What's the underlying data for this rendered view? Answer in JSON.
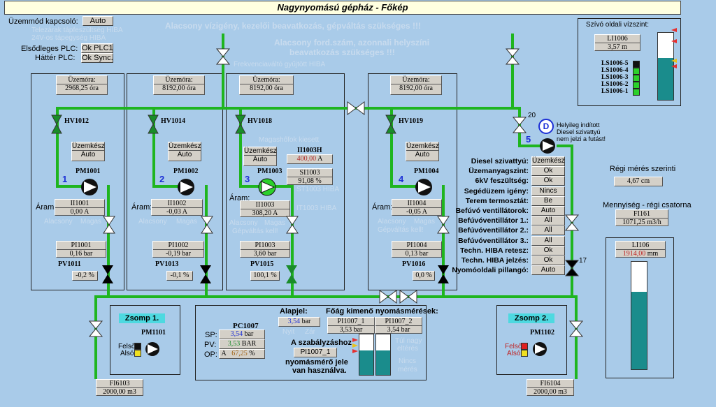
{
  "title": "Nagynyomású gépház  -  Főkép",
  "left_info": {
    "mode_label": "Üzemmód kapcsoló:",
    "mode_value": "Auto",
    "ghost_line1": "Telezárak tápfeszültség HIBA",
    "ghost_line2": "24V-os tápegység HIBA",
    "plc1_label": "Elsődleges PLC:",
    "plc1_value": "Ok  PLC1",
    "plc2_label": "Háttér PLC:",
    "plc2_value": "Ok  Sync."
  },
  "alarms": {
    "a1": "Alacsony vízigény, kezelői beavatkozás, gépváltás szükséges !!!",
    "a2": "Alacsony ford.szám, azonnali helyszíni",
    "a3": "beavatkozás szükséges !!!",
    "a4": "Frekvenciaváltó gyűjtött HIBA"
  },
  "pumps": [
    {
      "runtime_label": "Üzemóra:",
      "runtime": "2968,25",
      "unit_h": "óra",
      "valve": "HV1012",
      "ready": "Üzemkész",
      "mode": "Auto",
      "num": "1",
      "name": "PM1001",
      "curr_label": "Áram:",
      "curr_tag": "II1001",
      "curr": "0,00",
      "curr_unit": "A",
      "low": "Alacsony",
      "high": "Magas",
      "p_tag": "PI1001",
      "p": "0,16",
      "p_unit": "bar",
      "pv": "PV1011",
      "pv_val": "-0,2",
      "pv_unit": "%"
    },
    {
      "runtime_label": "Üzemóra:",
      "runtime": "8192,00",
      "unit_h": "óra",
      "valve": "HV1014",
      "ready": "Üzemkész",
      "mode": "Auto",
      "num": "2",
      "name": "PM1002",
      "curr_label": "Áram:",
      "curr_tag": "II1002",
      "curr": "-0,03",
      "curr_unit": "A",
      "low": "Alacsony",
      "high": "Magas",
      "p_tag": "PI1002",
      "p": "-0,19",
      "p_unit": "bar",
      "pv": "PV1013",
      "pv_val": "-0,1",
      "pv_unit": "%"
    },
    {
      "runtime_label": "Üzemóra:",
      "runtime": "8192,00",
      "unit_h": "óra",
      "valve": "HV1018",
      "ready": "Üzemkész",
      "mode": "Auto",
      "num": "3",
      "name": "PM1003",
      "curr_label": "Áram:",
      "curr_tag": "II1003",
      "curr": "308,20",
      "curr_unit": "A",
      "low": "Alacsony",
      "high": "Magas",
      "p_tag": "PI1003",
      "p": "3,60",
      "p_unit": "bar",
      "pv": "PV1015",
      "pv_val": "100,1",
      "pv_unit": "%"
    },
    {
      "runtime_label": "Üzemóra:",
      "runtime": "8192,00",
      "unit_h": "óra",
      "valve": "HV1019",
      "ready": "Üzemkész",
      "mode": "Auto",
      "num": "4",
      "name": "PM1004",
      "curr_label": "Áram:",
      "curr_tag": "II1004",
      "curr": "-0,05",
      "curr_unit": "A",
      "low": "Alacsony",
      "high": "Magas",
      "p_tag": "PI1004",
      "p": "0,13",
      "p_unit": "bar",
      "pv": "PV1016",
      "pv_val": "0,0",
      "pv_unit": "%"
    }
  ],
  "pump3_extra": {
    "ghost_overheat": "Magashőfok kiesett",
    "h_tag": "II1003H",
    "h_val": "400,00",
    "h_unit": "A",
    "s_tag": "SI1003",
    "s_val": "91,08",
    "s_unit": "%",
    "ghost_st": "ST1003 HIBA",
    "ghost_it": "IT1003 HIBA",
    "ghost_swap": "Gépváltás kell!"
  },
  "pump4_ghost_swap": "Gépváltás kell!",
  "diesel": {
    "num": "5",
    "d_label": "D",
    "valve_num": "20",
    "valve_num2": "17",
    "note1": "Helyileg indított",
    "note2": "Diesel szivattyú",
    "note3": "nem jelzi a futást!",
    "rows": [
      {
        "label": "Diesel szivattyú:",
        "value": "Üzemkész"
      },
      {
        "label": "Üzemanyagszint:",
        "value": "Ok"
      },
      {
        "label": "6kV feszültség:",
        "value": "Ok"
      },
      {
        "label": "Segédüzem igény:",
        "value": "Nincs"
      },
      {
        "label": "Terem termosztát:",
        "value": "Be"
      },
      {
        "label": "Befúvó ventillátorok:",
        "value": "Auto"
      },
      {
        "label": "Befúvóventillátor 1.:",
        "value": "All"
      },
      {
        "label": "Befúvóventillátor 2.:",
        "value": "All"
      },
      {
        "label": "Befúvóventillátor 3.:",
        "value": "All"
      },
      {
        "label": "Techn. HIBA retesz:",
        "value": "Ok"
      },
      {
        "label": "Techn. HIBA jelzés:",
        "value": "Ok"
      },
      {
        "label": "Nyomóoldali pillangó:",
        "value": "Auto"
      }
    ]
  },
  "suction": {
    "title": "Szívó oldali vízszint:",
    "tag": "LI1006",
    "value": "3,57",
    "unit": "m",
    "ls": [
      "LS1006-5",
      "LS1006-4",
      "LS1006-3",
      "LS1006-2",
      "LS1006-1"
    ],
    "level_pct": 62
  },
  "old_meas": {
    "label": "Régi mérés szerinti",
    "value": "4,67",
    "unit": "cm",
    "q_label": "Mennyiség - régi csatorna",
    "q_tag": "FI161",
    "q_value": "1071,25",
    "q_unit": "m3/h"
  },
  "li106": {
    "tag": "LI106",
    "value": "1914,00",
    "unit": "mm",
    "level_pct": 72
  },
  "sump1": {
    "title": "Zsomp 1.",
    "pump": "PM1101",
    "upper": "Felső",
    "lower": "Alsó",
    "flow_tag": "FI6103",
    "flow": "2000,00",
    "flow_unit": "m3"
  },
  "sump2": {
    "title": "Zsomp 2.",
    "pump": "PM1102",
    "upper": "Felső",
    "lower": "Alsó",
    "flow_tag": "FI6104",
    "flow": "2000,00",
    "flow_unit": "m3"
  },
  "pc": {
    "title": "PC1007",
    "sp_label": "SP:",
    "sp": "3,54",
    "sp_unit": "bar",
    "pv_label": "PV:",
    "pv": "3,53",
    "pv_unit": "BAR",
    "op_label": "OP:",
    "op_mode": "A",
    "op": "67,25",
    "op_unit": "%",
    "setpoint_label": "Alapjel:",
    "setpoint": "3,54",
    "setpoint_unit": "bar",
    "main_label": "Főág kimenő nyomásmérések:",
    "p1_tag": "PI1007_1",
    "p1": "3,53",
    "p1_unit": "bar",
    "p2_tag": "PI1007_2",
    "p2": "3,54",
    "p2_unit": "bar",
    "ghost_open": "Nyit",
    "ghost_close": "Zár",
    "reg_label": "A szabályzáshoz",
    "reg_tag": "PI1007_1",
    "reg_text1": "nyomásmérő jele",
    "reg_text2": "van használva.",
    "ghost_diff1": "Túl nagy",
    "ghost_diff2": "eltérés",
    "ghost_nomeas1": "Nincs",
    "ghost_nomeas2": "mérés"
  },
  "colors": {
    "pipe": "#1fb51f",
    "background": "#a9cbe9",
    "tank_fill": "#1a8c8c",
    "number": "#1c2fd6"
  }
}
